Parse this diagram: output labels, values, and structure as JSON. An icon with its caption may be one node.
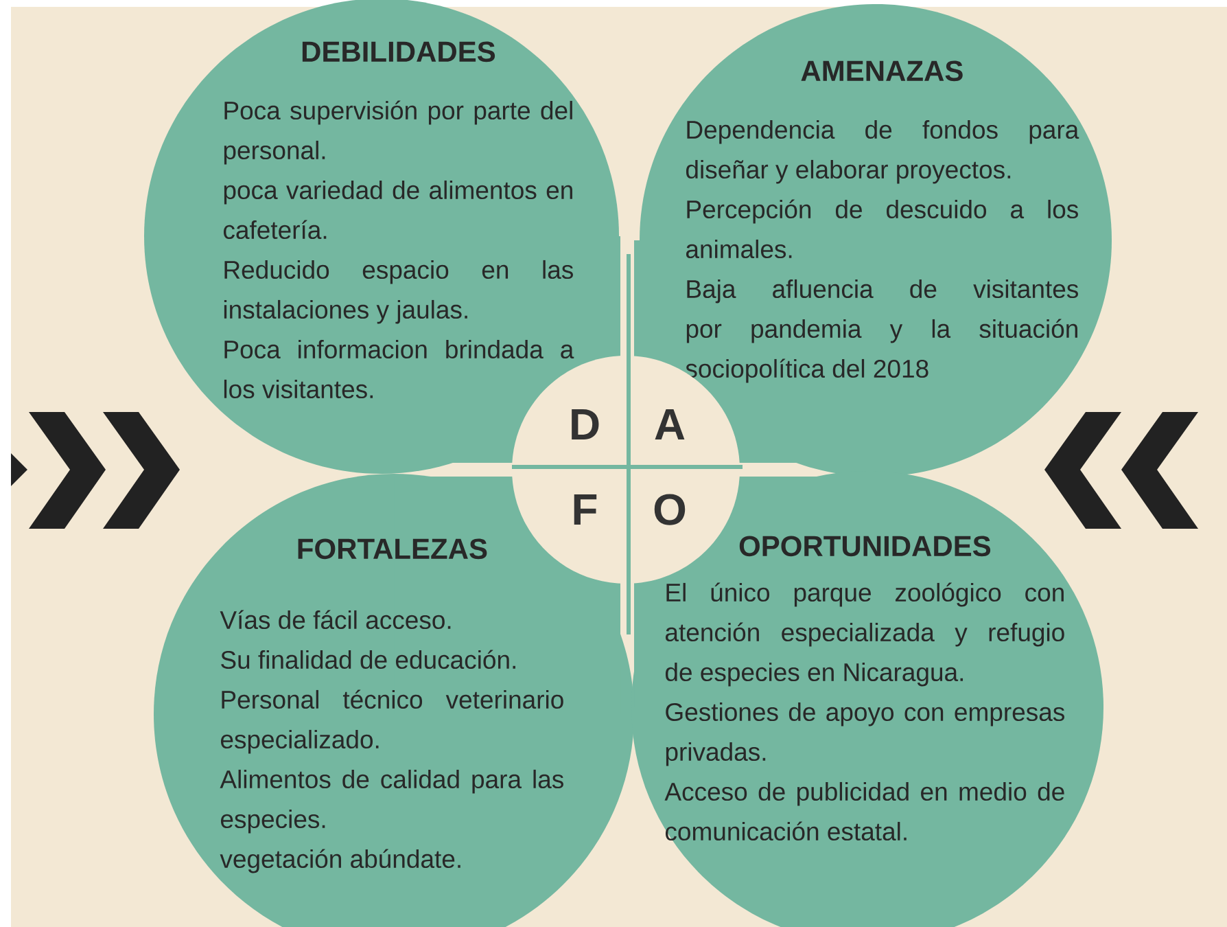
{
  "diagram": {
    "nodes": [
      {
        "text": [
          "DEBILIDADES",
          "Poca supervisión por parte del personal.",
          "poca variedad de alimentos en cafetería.",
          "Reducido espacio en las instalaciones y jaulas.",
          "Poca informacion brindada a los visitantes."
        ]
      },
      {
        "text": [
          "AMENAZAS",
          "Dependencia de fondos para diseñar y elaborar proyectos.",
          "Percepción de descuido a los animales.",
          "Baja afluencia de visitantes por pandemia y la situación sociopolítica del 2018"
        ]
      },
      {
        "text": [
          "FORTALEZAS",
          "Vías de fácil acceso.",
          "Su finalidad de educación.",
          "Personal técnico veterinario especializado.",
          "Alimentos de calidad para las especies.",
          "vegetación abúndate."
        ]
      },
      {
        "text": [
          "OPORTUNIDADES",
          "El único parque zoológico con atención especializada y refugio de especies en Nicaragua.",
          "Gestiones de apoyo con empresas privadas.",
          "Acceso de publicidad en medio de comunicación estatal."
        ]
      },
      {
        "text": [
          "D",
          "A",
          "F",
          "O"
        ]
      }
    ]
  }
}
